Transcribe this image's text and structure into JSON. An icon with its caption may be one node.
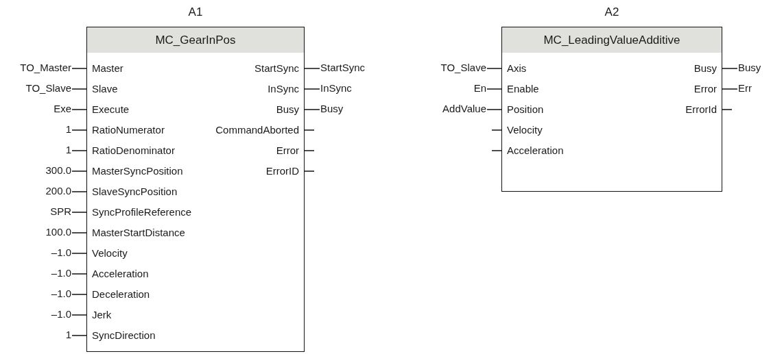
{
  "diagram": {
    "nodes": [
      {
        "text": [
          "A1",
          "MC_GearInPos"
        ]
      },
      {
        "text": [
          "Master"
        ],
        "in": 0
      },
      {
        "text": [
          "Slave"
        ],
        "in": 0
      },
      {
        "text": [
          "Execute"
        ],
        "in": 0
      },
      {
        "text": [
          "RatioNumerator"
        ],
        "in": 0
      },
      {
        "text": [
          "RatioDenominator"
        ],
        "in": 0
      },
      {
        "text": [
          "MasterSyncPosition"
        ],
        "in": 0
      },
      {
        "text": [
          "SlaveSyncPosition"
        ],
        "in": 0
      },
      {
        "text": [
          "SyncProfileReference"
        ],
        "in": 0
      },
      {
        "text": [
          "MasterStartDistance"
        ],
        "in": 0
      },
      {
        "text": [
          "Velocity"
        ],
        "in": 0
      },
      {
        "text": [
          "Acceleration"
        ],
        "in": 0
      },
      {
        "text": [
          "Deceleration"
        ],
        "in": 0
      },
      {
        "text": [
          "Jerk"
        ],
        "in": 0
      },
      {
        "text": [
          "SyncDirection"
        ],
        "in": 0
      },
      {
        "text": [
          "StartSync"
        ],
        "in": 0
      },
      {
        "text": [
          "InSync"
        ],
        "in": 0
      },
      {
        "text": [
          "Busy"
        ],
        "in": 0
      },
      {
        "text": [
          "CommandAborted"
        ],
        "in": 0
      },
      {
        "text": [
          "Error"
        ],
        "in": 0
      },
      {
        "text": [
          "ErrorID"
        ],
        "in": 0
      },
      {
        "text": [
          "A2",
          "MC_LeadingValueAdditive"
        ]
      },
      {
        "text": [
          "Axis"
        ],
        "in": 21
      },
      {
        "text": [
          "Enable"
        ],
        "in": 21
      },
      {
        "text": [
          "Position"
        ],
        "in": 21
      },
      {
        "text": [
          "Velocity"
        ],
        "in": 21
      },
      {
        "text": [
          "Acceleration"
        ],
        "in": 21
      },
      {
        "text": [
          "Busy"
        ],
        "in": 21
      },
      {
        "text": [
          "Error"
        ],
        "in": 21
      },
      {
        "text": [
          "ErrorId"
        ],
        "in": 21
      },
      {
        "text": [
          "TO_Master"
        ]
      },
      {
        "text": [
          "TO_Slave"
        ]
      },
      {
        "text": [
          "Exe"
        ]
      },
      {
        "text": [
          "1"
        ]
      },
      {
        "text": [
          "1"
        ]
      },
      {
        "text": [
          "300.0"
        ]
      },
      {
        "text": [
          "200.0"
        ]
      },
      {
        "text": [
          "SPR"
        ]
      },
      {
        "text": [
          "100.0"
        ]
      },
      {
        "text": [
          "–1.0"
        ]
      },
      {
        "text": [
          "–1.0"
        ]
      },
      {
        "text": [
          "–1.0"
        ]
      },
      {
        "text": [
          "–1.0"
        ]
      },
      {
        "text": [
          "1"
        ]
      },
      {
        "text": [
          "StartSync"
        ]
      },
      {
        "text": [
          "InSync"
        ]
      },
      {
        "text": [
          "Busy"
        ]
      },
      {
        "text": [
          "TO_Slave"
        ]
      },
      {
        "text": [
          "En"
        ]
      },
      {
        "text": [
          "AddValue"
        ]
      },
      {
        "text": [
          "Busy"
        ]
      },
      {
        "text": [
          "Err"
        ]
      }
    ],
    "edges": [
      {
        "from": 30,
        "to": 1,
        "arrow": "none"
      },
      {
        "from": 31,
        "to": 2,
        "arrow": "none"
      },
      {
        "from": 32,
        "to": 3,
        "arrow": "none"
      },
      {
        "from": 33,
        "to": 4,
        "arrow": "none"
      },
      {
        "from": 34,
        "to": 5,
        "arrow": "none"
      },
      {
        "from": 35,
        "to": 6,
        "arrow": "none"
      },
      {
        "from": 36,
        "to": 7,
        "arrow": "none"
      },
      {
        "from": 37,
        "to": 8,
        "arrow": "none"
      },
      {
        "from": 38,
        "to": 9,
        "arrow": "none"
      },
      {
        "from": 39,
        "to": 10,
        "arrow": "none"
      },
      {
        "from": 40,
        "to": 11,
        "arrow": "none"
      },
      {
        "from": 41,
        "to": 12,
        "arrow": "none"
      },
      {
        "from": 42,
        "to": 13,
        "arrow": "none"
      },
      {
        "from": 43,
        "to": 14,
        "arrow": "none"
      },
      {
        "from": 15,
        "to": 44,
        "arrow": "none"
      },
      {
        "from": 16,
        "to": 45,
        "arrow": "none"
      },
      {
        "from": 17,
        "to": 46,
        "arrow": "none"
      },
      {
        "from": 18,
        "to": null,
        "arrow": "none"
      },
      {
        "from": 19,
        "to": null,
        "arrow": "none"
      },
      {
        "from": 20,
        "to": null,
        "arrow": "none"
      },
      {
        "from": 47,
        "to": 22,
        "arrow": "none"
      },
      {
        "from": 48,
        "to": 23,
        "arrow": "none"
      },
      {
        "from": 49,
        "to": 24,
        "arrow": "none"
      },
      {
        "from": null,
        "to": 25,
        "arrow": "none"
      },
      {
        "from": null,
        "to": 26,
        "arrow": "none"
      },
      {
        "from": 27,
        "to": 50,
        "arrow": "none"
      },
      {
        "from": 28,
        "to": 51,
        "arrow": "none"
      },
      {
        "from": 29,
        "to": null,
        "arrow": "none"
      }
    ]
  }
}
